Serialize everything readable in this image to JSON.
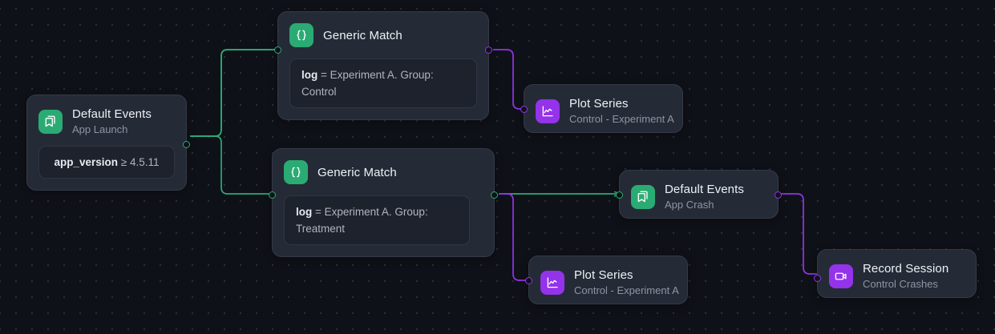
{
  "canvas": {
    "name": "flow-canvas",
    "background_color": "#0f1118",
    "dot_color": "#2a2f3a",
    "edge_green": "#2bab74",
    "edge_purple": "#9333ea"
  },
  "nodes": [
    {
      "id": "default-events-app-launch",
      "icon": "bookmark-icon",
      "icon_color": "#2bab74",
      "title": "Default Events",
      "subtitle": "App Launch",
      "condition_key": "app_version",
      "condition_rest": " ≥ 4.5.11"
    },
    {
      "id": "generic-match-control",
      "icon": "braces-icon",
      "icon_color": "#2bab74",
      "title": "Generic Match",
      "subtitle": "",
      "condition_key": "log",
      "condition_rest": " = Experiment A. Group: Control"
    },
    {
      "id": "generic-match-treatment",
      "icon": "braces-icon",
      "icon_color": "#2bab74",
      "title": "Generic Match",
      "subtitle": "",
      "condition_key": "log",
      "condition_rest": " = Experiment A. Group: Treatment"
    },
    {
      "id": "plot-series-control-a",
      "icon": "line-chart-icon",
      "icon_color": "#9333ea",
      "title": "Plot Series",
      "subtitle": "Control - Experiment A"
    },
    {
      "id": "default-events-app-crash",
      "icon": "bookmark-icon",
      "icon_color": "#2bab74",
      "title": "Default Events",
      "subtitle": "App Crash"
    },
    {
      "id": "plot-series-control-a-2",
      "icon": "line-chart-icon",
      "icon_color": "#9333ea",
      "title": "Plot Series",
      "subtitle": "Control - Experiment A"
    },
    {
      "id": "record-session-control-crashes",
      "icon": "video-camera-icon",
      "icon_color": "#9333ea",
      "title": "Record Session",
      "subtitle": "Control Crashes"
    }
  ]
}
